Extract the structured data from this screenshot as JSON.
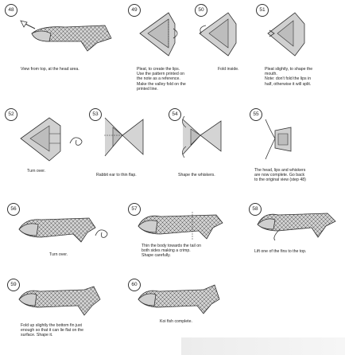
{
  "steps": [
    {
      "num": "48",
      "caption": "View from top, at the head area."
    },
    {
      "num": "49",
      "caption": "Pleat, to create the lips.\nUse the pattern printed on\nthe note as a reference.\nMake the valley fold on the\nprinted line."
    },
    {
      "num": "50",
      "caption": "Fold inside."
    },
    {
      "num": "51",
      "caption": "Pleat slightly, to shape the\nmouth.\nNote: don't fold the lips in\nhalf, otherwise it will split."
    },
    {
      "num": "52",
      "caption": "Turn over."
    },
    {
      "num": "53",
      "caption": "Rabbit ear to thin flap."
    },
    {
      "num": "54",
      "caption": "Shape the whiskers."
    },
    {
      "num": "55",
      "caption": "The head, lips and whiskers\nare now complete. Go back\nto the original view (step 48)"
    },
    {
      "num": "56",
      "caption": "Turn over."
    },
    {
      "num": "57",
      "caption": "Thin the body towards the tail on\nboth sides making a crimp.\nShape carefully."
    },
    {
      "num": "58",
      "caption": "Lift one of the fins to the top."
    },
    {
      "num": "59",
      "caption": "Fold up slightly the bottom fin just\nenough so that it can lie flat on the\nsurface. Shape it."
    },
    {
      "num": "60",
      "caption": "Koi fish complete."
    }
  ],
  "colors": {
    "paper": "#cfcfcf",
    "paper_dark": "#a9a9a9",
    "line": "#333333"
  }
}
